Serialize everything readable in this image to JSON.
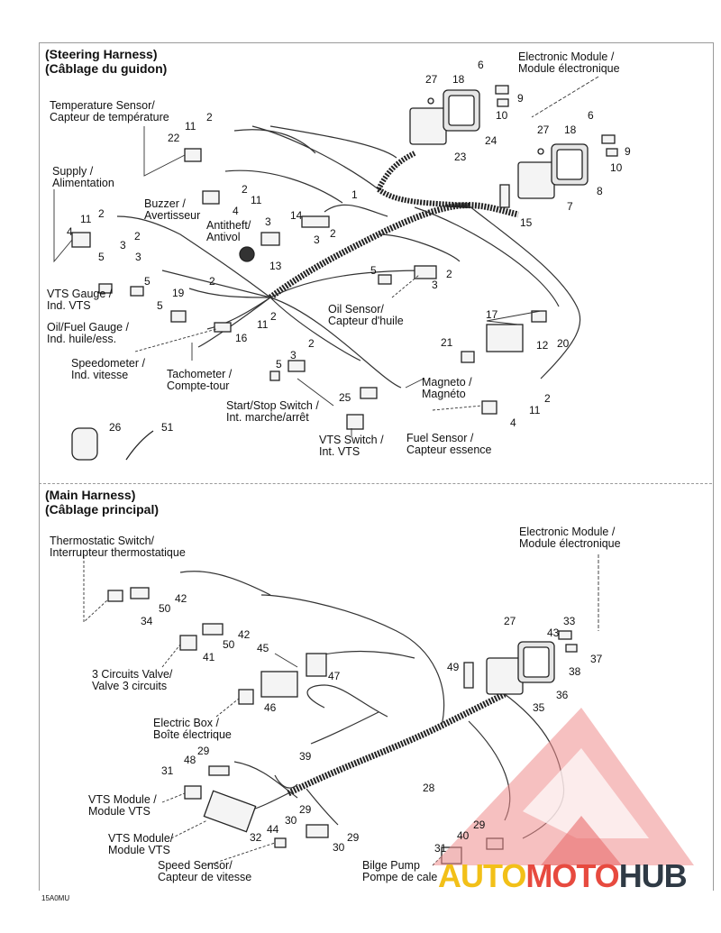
{
  "steering": {
    "title_en": "(Steering Harness)",
    "title_fr": "(Câblage du guidon)",
    "labels": [
      "Electronic Module /",
      "Module électronique",
      "Temperature Sensor/",
      "Capteur de température",
      "Supply /",
      "Alimentation",
      "Buzzer /",
      "Avertisseur",
      "Antitheft/",
      "Antivol",
      "Oil Sensor/",
      "Capteur d'huile",
      "VTS Gauge /",
      "Ind. VTS",
      "Oil/Fuel Gauge /",
      "Ind. huile/ess.",
      "Speedometer /",
      "Ind. vitesse",
      "Tachometer /",
      "Compte-tour",
      "Magneto /",
      "Magnéto",
      "Start/Stop Switch /",
      "Int. marche/arrêt",
      "Fuel Sensor /",
      "Capteur essence",
      "VTS Switch /",
      "Int. VTS"
    ]
  },
  "main": {
    "title_en": "(Main Harness)",
    "title_fr": "(Câblage principal)",
    "labels": [
      "Thermostatic Switch/",
      "Interrupteur thermostatique",
      "Electronic Module /",
      "Module électronique",
      "3 Circuits Valve/",
      "Valve 3 circuits",
      "Electric Box /",
      "Boîte électrique",
      "VTS Module /",
      "Module VTS",
      "VTS Module/",
      "Module VTS",
      "Speed Sensor/",
      "Capteur de vitesse",
      "Bilge Pump",
      "Pompe de cale"
    ]
  },
  "callouts": [
    "27",
    "18",
    "6",
    "9",
    "10",
    "24",
    "23",
    "6",
    "18",
    "27",
    "9",
    "10",
    "8",
    "7",
    "15",
    "2",
    "11",
    "22",
    "1",
    "2",
    "11",
    "4",
    "14",
    "3",
    "2",
    "3",
    "13",
    "11",
    "2",
    "4",
    "3",
    "5",
    "2",
    "5",
    "3",
    "2",
    "19",
    "5",
    "2",
    "11",
    "16",
    "17",
    "12",
    "20",
    "21",
    "5",
    "3",
    "2",
    "2",
    "3",
    "5",
    "25",
    "2",
    "11",
    "4",
    "26",
    "51",
    "42",
    "50",
    "34",
    "42",
    "50",
    "41",
    "45",
    "47",
    "46",
    "49",
    "27",
    "33",
    "43",
    "37",
    "38",
    "36",
    "35",
    "39",
    "29",
    "48",
    "31",
    "28",
    "29",
    "30",
    "32",
    "44",
    "29",
    "30",
    "29",
    "40",
    "31"
  ],
  "footer_code": "15A0MU",
  "watermark": {
    "auto": "AUTO",
    "moto": "MOTO",
    "hub": "HUB"
  }
}
